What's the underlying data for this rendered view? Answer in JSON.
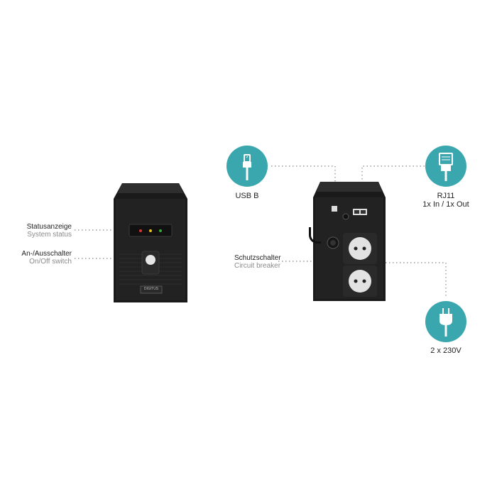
{
  "colors": {
    "accent": "#3aa6ad",
    "device": "#1d1d1d",
    "text": "#222222",
    "subtext": "#8a8a8a"
  },
  "front": {
    "brand": "DIGITUS",
    "status": {
      "de": "Statusanzeige",
      "en": "System status"
    },
    "switch": {
      "de": "An-/Ausschalter",
      "en": "On/Off switch"
    }
  },
  "back": {
    "usb": {
      "label": "USB B",
      "icon": "usb-cable-icon"
    },
    "rj11": {
      "label": "RJ11",
      "sublabel": "1x In / 1x Out",
      "icon": "rj11-plug-icon"
    },
    "breaker": {
      "de": "Schutzschalter",
      "en": "Circuit breaker"
    },
    "outlets": {
      "label": "2 x 230V",
      "icon": "power-plug-icon"
    }
  }
}
